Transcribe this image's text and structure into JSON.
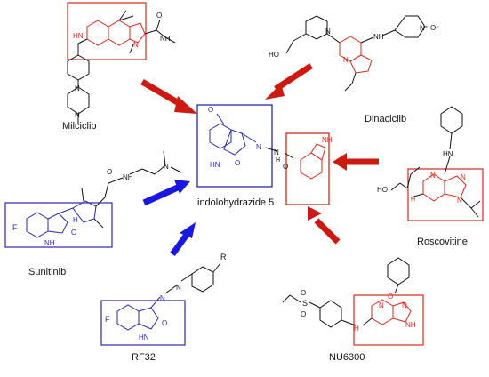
{
  "compounds": {
    "milciclib": "Milciclib",
    "dinaciclib": "Dinaciclib",
    "sunitinib": "Sunitinib",
    "center": "indolohydrazide 5",
    "roscovitine": "Roscovitine",
    "rf32": "RF32",
    "nu6300": "NU6300"
  },
  "atoms": {
    "N": "N",
    "H": "H",
    "NH": "NH",
    "O": "O",
    "F": "F",
    "S": "S",
    "HO": "HO",
    "Oplus": "O⁻",
    "Nplus": "N⁺",
    "R": "R"
  },
  "colors": {
    "highlight_red": "#d42a1e",
    "highlight_blue": "#2a2aa8",
    "arrow_red": "#cc1a10",
    "arrow_blue": "#1818e0",
    "bond": "#111111"
  }
}
